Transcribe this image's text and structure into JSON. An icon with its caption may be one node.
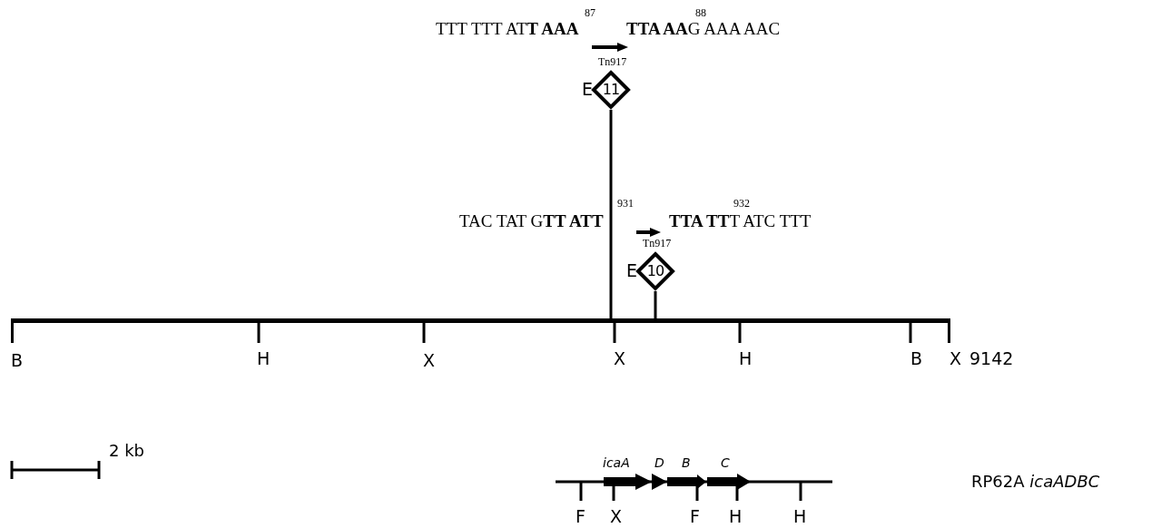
{
  "diagram": {
    "nodes": [
      {
        "text": [
          "11"
        ],
        "beside": [
          "Tn917",
          "E"
        ]
      },
      {
        "text": [
          "10"
        ],
        "beside": [
          "Tn917",
          "E"
        ]
      },
      {
        "text": [],
        "shape": "bar"
      }
    ],
    "edges": [
      {
        "from": 0,
        "to": 2,
        "arrow": "none"
      },
      {
        "from": 1,
        "to": 2,
        "arrow": "none"
      }
    ],
    "labels": [
      "87",
      "88",
      "TTT TTT AT**T AAA**",
      "**TTA AA**G AAA AAC",
      "931",
      "932",
      "TAC TAT G**TT ATT**",
      "**TTA TT**T ATC TTT",
      "B",
      "H",
      "X",
      "X",
      "H",
      "B",
      "X",
      "9142",
      "2 kb",
      "icaA",
      "D",
      "B",
      "C",
      "RP62A *icaADBC*",
      "F",
      "X",
      "F",
      "H",
      "H"
    ]
  }
}
